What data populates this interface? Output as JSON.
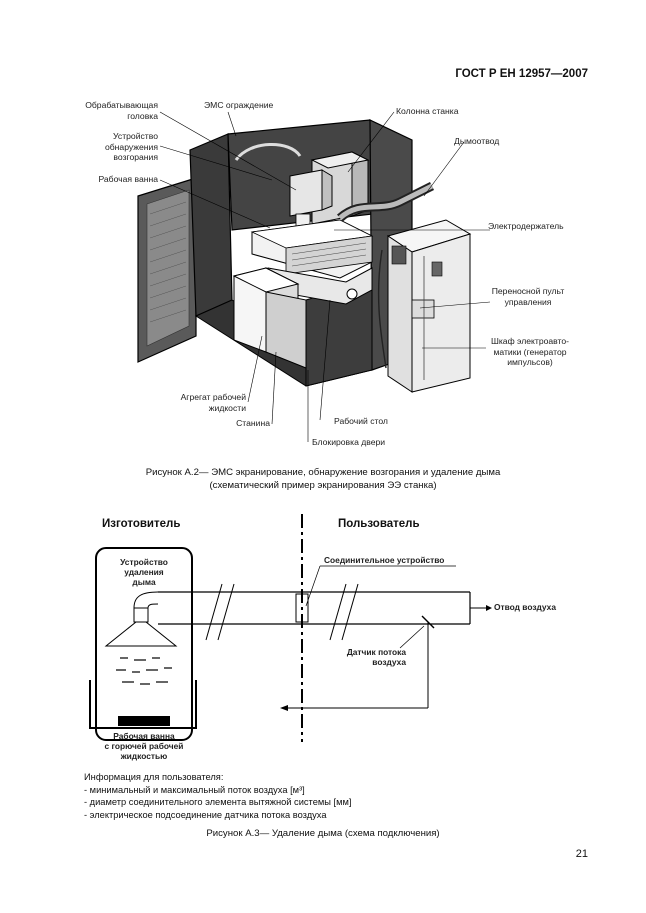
{
  "header": {
    "standard": "ГОСТ Р ЕН 12957—2007"
  },
  "figure_a2": {
    "labels": {
      "head": [
        "Обрабатывающая",
        "головка"
      ],
      "emc": [
        "ЭМС ограждение"
      ],
      "fire": [
        "Устройство",
        "обнаружения",
        "возгорания"
      ],
      "tank": [
        "Рабочая ванна"
      ],
      "column": [
        "Колонна станка"
      ],
      "smoke": [
        "Дымоотвод"
      ],
      "holder": [
        "Электродержатель"
      ],
      "pendant": [
        "Переносной пульт",
        "управления"
      ],
      "cabinet": [
        "Шкаф электроавто-",
        "матики (генератор",
        "импульсов)"
      ],
      "fluid": [
        "Агрегат рабочей",
        "жидкости"
      ],
      "table": [
        "Рабочий стол"
      ],
      "bed": [
        "Станина"
      ],
      "lock": [
        "Блокировка двери"
      ]
    },
    "caption": [
      "Рисунок А.2— ЭМС экранирование, обнаружение возгорания и удаление дыма",
      "(схематический пример экранирования ЭЭ станка)"
    ]
  },
  "figure_a3": {
    "manufacturer": "Изготовитель",
    "user": "Пользователь",
    "extractor": [
      "Устройство",
      "удаления",
      "дыма"
    ],
    "connector": "Соединительное устройство",
    "outlet": "Отвод воздуха",
    "sensor": [
      "Датчик потока",
      "воздуха"
    ],
    "tank": [
      "Рабочая ванна",
      "с горючей рабочей",
      "жидкостью"
    ],
    "info_title": "Информация для пользователя:",
    "info_items": [
      "- минимальный и максимальный поток воздуха [м³]",
      "- диаметр соединительного элемента вытяжной системы [мм]",
      "- электрическое подсоединение датчика потока воздуха"
    ],
    "caption": "Рисунок А.3— Удаление дыма (схема подключения)"
  },
  "page_number": "21"
}
